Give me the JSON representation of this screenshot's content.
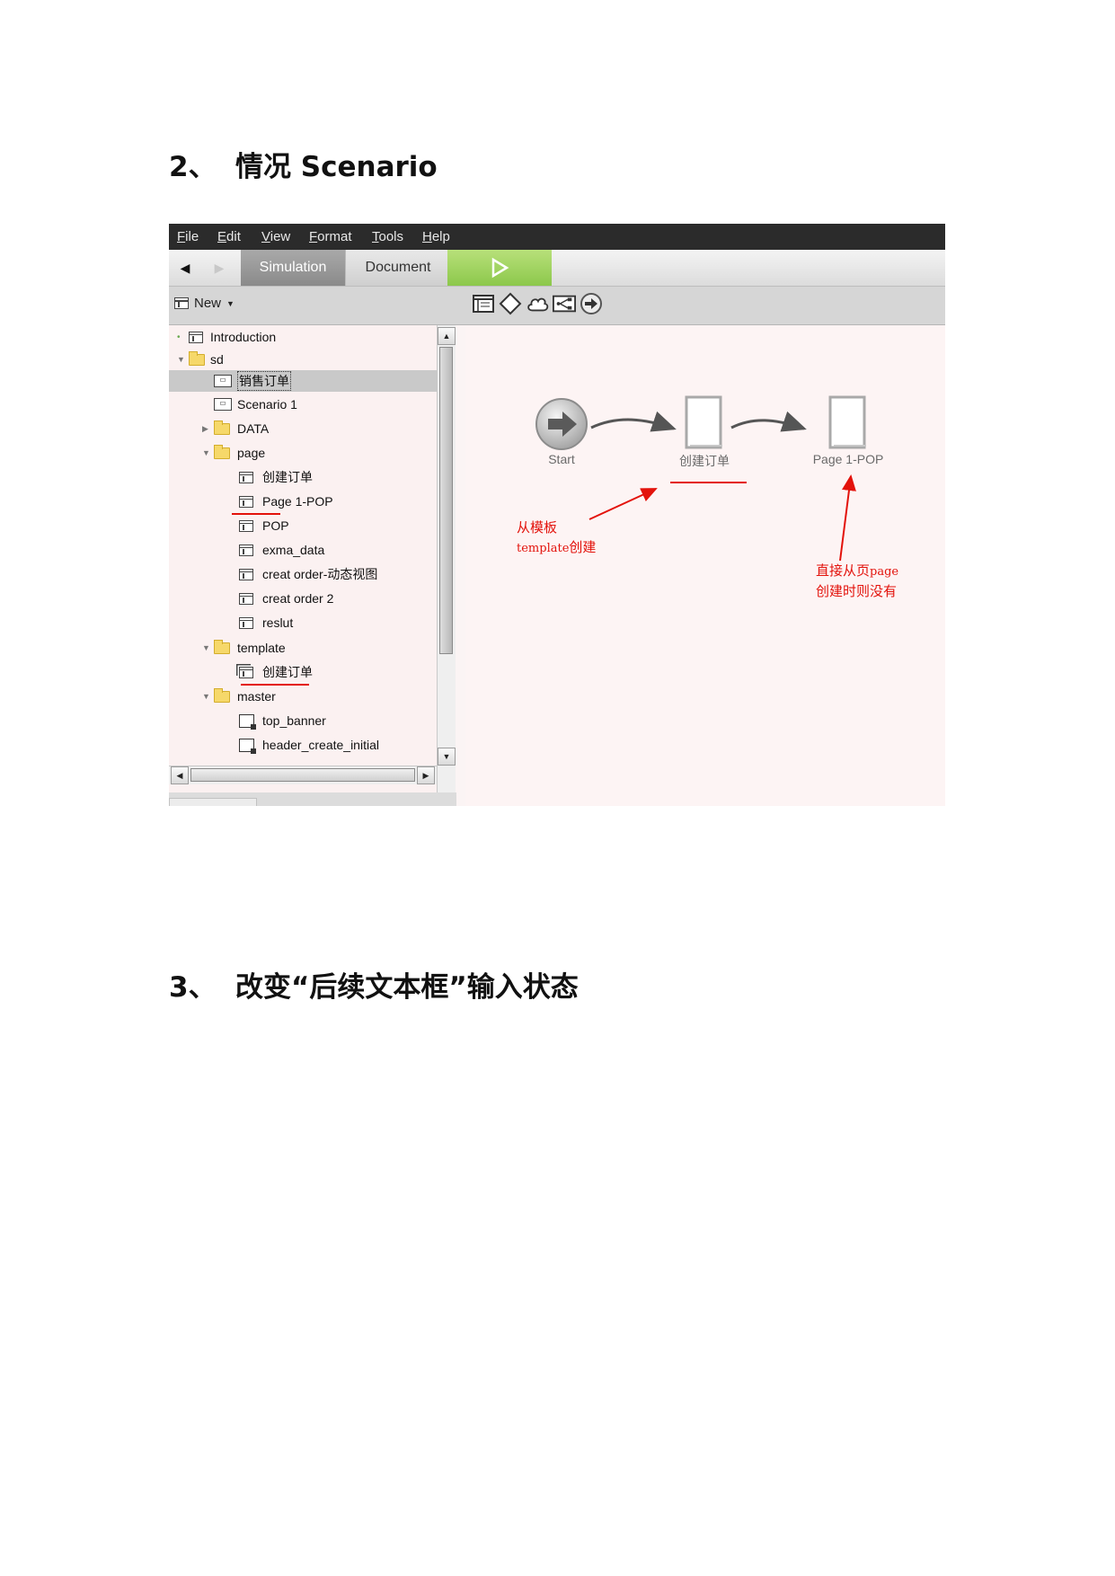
{
  "headings": {
    "section2": {
      "number": "2、",
      "title": "情况 Scenario"
    },
    "section3": {
      "number": "3、",
      "title": "改变“后续文本框”输入状态"
    }
  },
  "app": {
    "menu": [
      "File",
      "Edit",
      "View",
      "Format",
      "Tools",
      "Help"
    ],
    "tabs": {
      "simulation": "Simulation",
      "document": "Document"
    },
    "new_button": "New",
    "tree": {
      "items": [
        {
          "label": "Introduction",
          "icon": "page-icon",
          "level": 0
        },
        {
          "label": "sd",
          "icon": "folder-icon",
          "level": 0
        },
        {
          "label": "销售订单",
          "icon": "flow-icon",
          "level": 1,
          "selected": true
        },
        {
          "label": "Scenario 1",
          "icon": "flow-icon",
          "level": 1
        },
        {
          "label": "DATA",
          "icon": "folder-icon",
          "level": 1
        },
        {
          "label": "page",
          "icon": "folder-icon",
          "level": 1
        },
        {
          "label": "创建订单",
          "icon": "page-icon",
          "level": 2
        },
        {
          "label": "Page 1-POP",
          "icon": "page-icon",
          "level": 2,
          "underlined": true
        },
        {
          "label": "POP",
          "icon": "page-icon",
          "level": 2
        },
        {
          "label": "exma_data",
          "icon": "page-icon",
          "level": 2
        },
        {
          "label": "creat order-动态视图",
          "icon": "page-icon",
          "level": 2
        },
        {
          "label": "creat order 2",
          "icon": "page-icon",
          "level": 2
        },
        {
          "label": "reslut",
          "icon": "page-icon",
          "level": 2
        },
        {
          "label": "template",
          "icon": "folder-icon",
          "level": 1
        },
        {
          "label": "创建订单",
          "icon": "template-page-icon",
          "level": 2,
          "underlined": true
        },
        {
          "label": "master",
          "icon": "folder-icon",
          "level": 1
        },
        {
          "label": "top_banner",
          "icon": "master-icon",
          "level": 2
        },
        {
          "label": "header_create_initial",
          "icon": "master-icon",
          "level": 2
        }
      ]
    },
    "flow": {
      "start_label": "Start",
      "page1_label": "创建订单",
      "page2_label": "Page 1-POP"
    },
    "annotations": {
      "template_note_line1": "从模板",
      "template_note_line2a": "template",
      "template_note_line2b": "创建",
      "direct_note_line1a": "直接从页",
      "direct_note_line1b": "page",
      "direct_note_line2": "创建时则没有"
    },
    "colors": {
      "annotation": "#e3120b",
      "menubar": "#2b2b2b",
      "play": "#8cc84b"
    }
  }
}
